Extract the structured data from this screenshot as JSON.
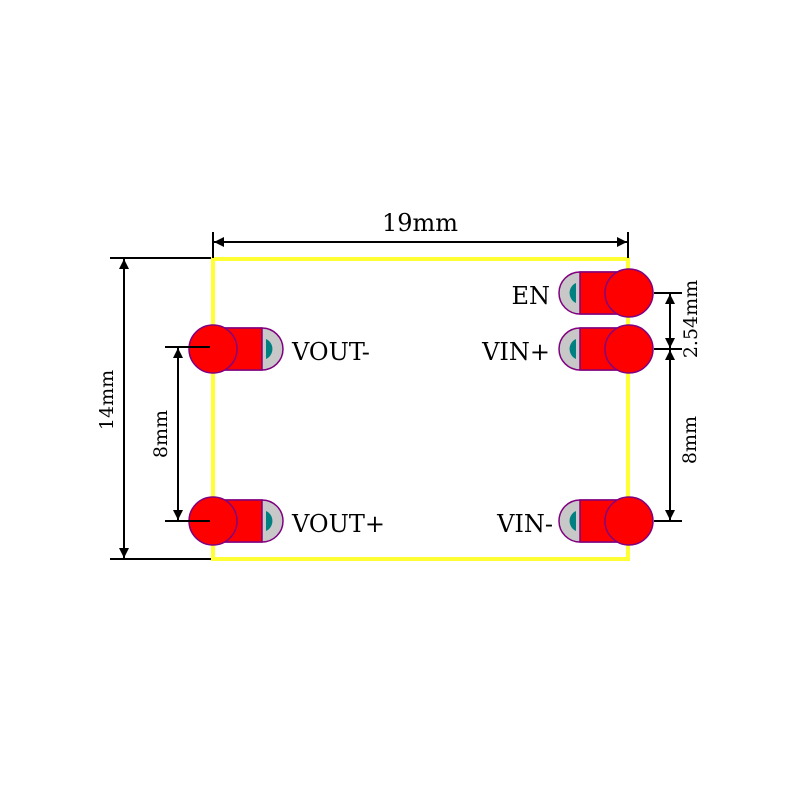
{
  "dimensions": {
    "width": "19mm",
    "height": "14mm",
    "left_pin_spacing": "8mm",
    "right_pin_spacing_small": "2.54mm",
    "right_pin_spacing_large": "8mm"
  },
  "pins": {
    "vout_minus": "VOUT-",
    "vout_plus": "VOUT+",
    "en": "EN",
    "vin_plus": "VIN+",
    "vin_minus": "VIN-"
  },
  "colors": {
    "outline": "#ffff33",
    "pad": "#ff0000",
    "pad_border": "#800080",
    "pad_end": "#c8c8c8",
    "drill": "#008080",
    "line": "#000000"
  }
}
